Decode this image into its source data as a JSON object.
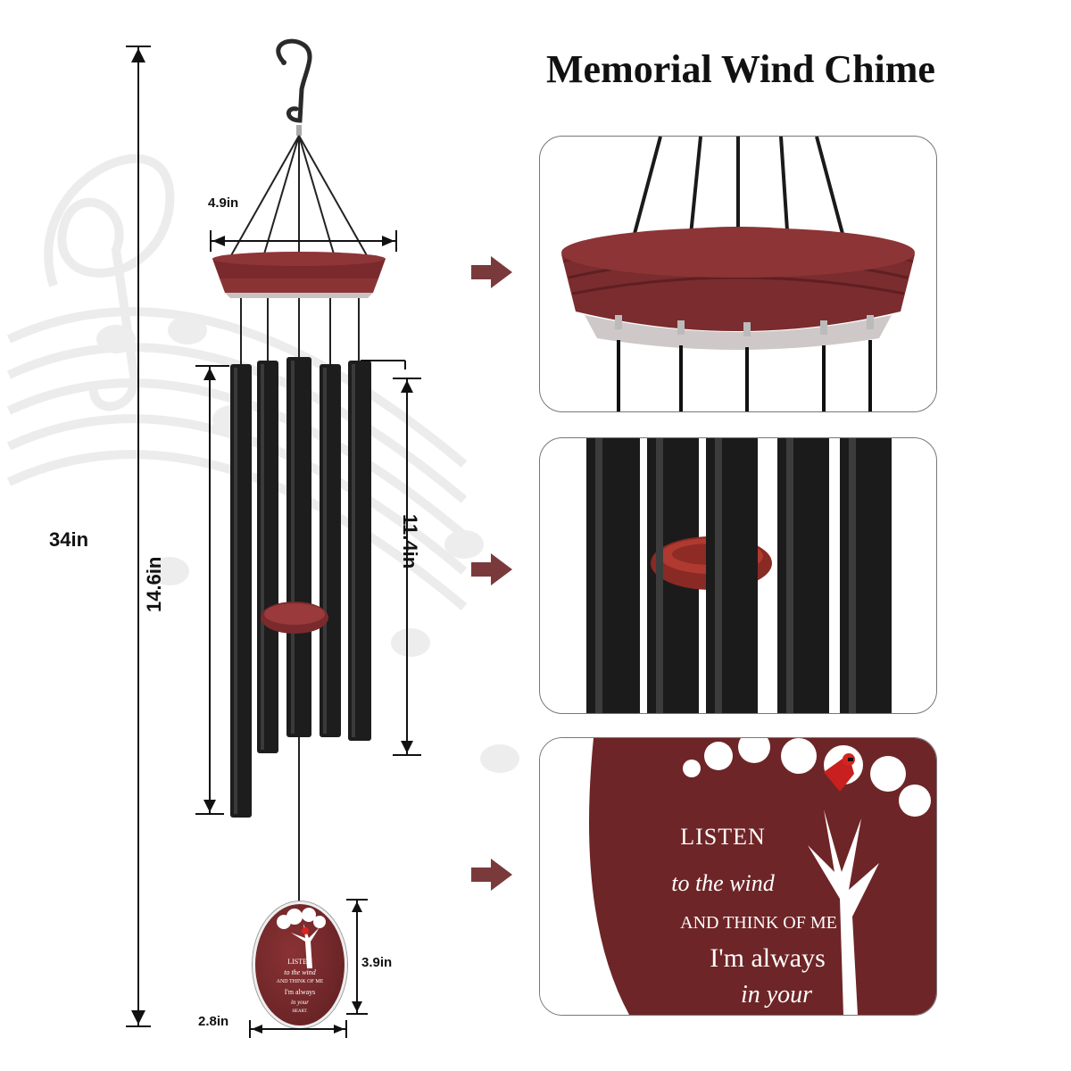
{
  "title": "Memorial Wind Chime",
  "dimensions": {
    "total_height": "34in",
    "top_width": "4.9in",
    "long_tube": "14.6in",
    "short_tube": "11.4in",
    "sail_height": "3.9in",
    "sail_width": "2.8in"
  },
  "sail_text": {
    "line1": "LISTEN",
    "line2": "to the wind",
    "line3": "AND THINK OF ME",
    "line4": "I'm always",
    "line5": "in your",
    "line6": "HEART."
  },
  "colors": {
    "wood": "#7a2a2c",
    "tube": "#1a1a1a",
    "arrow": "#7a3a3c",
    "panel_border": "#777777"
  }
}
